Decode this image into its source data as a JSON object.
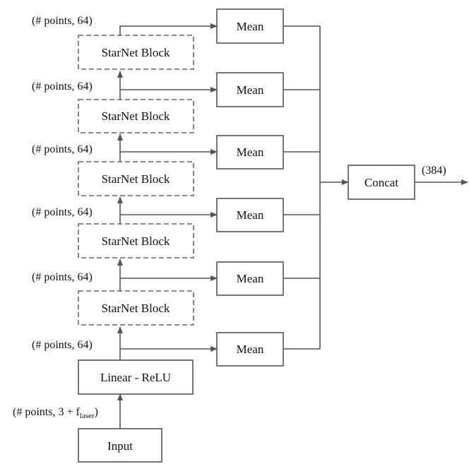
{
  "diagram": {
    "input": {
      "label": "Input"
    },
    "input_shape": {
      "prefix": "(# points, 3 + f",
      "subscript": "laser",
      "suffix": ")"
    },
    "linear": {
      "label": "Linear - ReLU"
    },
    "blocks": [
      {
        "label": "StarNet Block"
      },
      {
        "label": "StarNet Block"
      },
      {
        "label": "StarNet Block"
      },
      {
        "label": "StarNet Block"
      },
      {
        "label": "StarNet Block"
      }
    ],
    "shapes": [
      {
        "label": "(# points, 64)"
      },
      {
        "label": "(# points, 64)"
      },
      {
        "label": "(# points, 64)"
      },
      {
        "label": "(# points, 64)"
      },
      {
        "label": "(# points, 64)"
      },
      {
        "label": "(# points, 64)"
      }
    ],
    "means": [
      {
        "label": "Mean"
      },
      {
        "label": "Mean"
      },
      {
        "label": "Mean"
      },
      {
        "label": "Mean"
      },
      {
        "label": "Mean"
      },
      {
        "label": "Mean"
      }
    ],
    "concat": {
      "label": "Concat"
    },
    "output_shape": {
      "label": "(384)"
    },
    "colors": {
      "stroke": "#555555",
      "text": "#111111",
      "background": "#ffffff"
    }
  }
}
